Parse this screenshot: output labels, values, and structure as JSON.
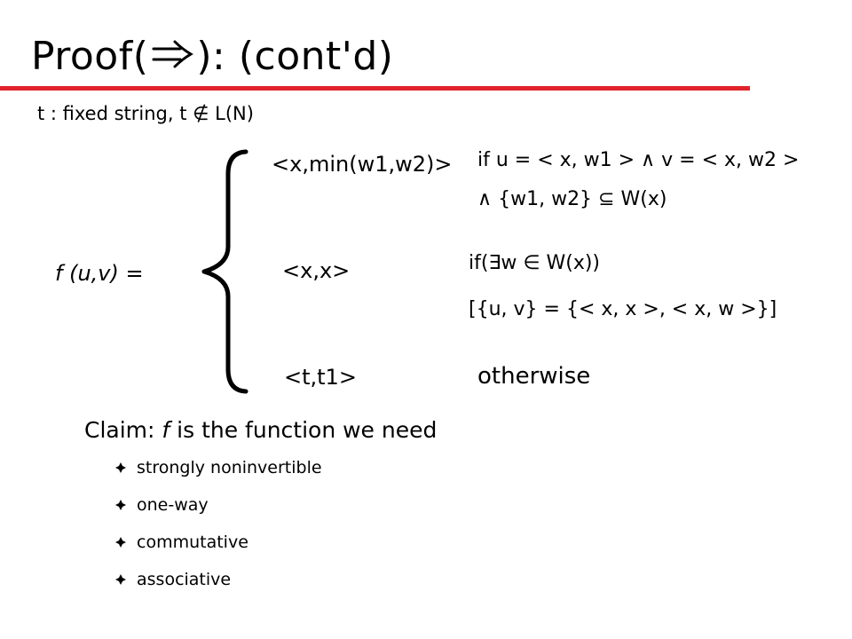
{
  "slide": {
    "title_prefix": "Proof(",
    "title_suffix": "): (cont'd)",
    "title_symbol": "implies-arrow",
    "accent_color": "#e0242a",
    "given": {
      "t_label": "t : fixed string,",
      "t_not_in": "t ∉ L(N)"
    },
    "f_label": "f (u,v) =",
    "cases": [
      {
        "value": "<x,min(w1,w2)>",
        "cond_line1": "if u = < x, w1 > ∧ v = < x, w2 >",
        "cond_line2": "∧ {w1, w2} ⊆ W(x)"
      },
      {
        "value": "<x,x>",
        "cond_line1": "if(∃w ∈ W(x))",
        "cond_line2": "[{u, v} = {< x, x >, < x, w >}]"
      },
      {
        "value": "<t,t1>",
        "cond_line1": "otherwise"
      }
    ],
    "claim": {
      "prefix": "Claim: ",
      "f": "f",
      "suffix": " is the function we need"
    },
    "properties": [
      "strongly noninvertible",
      "one-way",
      "commutative",
      "associative"
    ],
    "bullet_icon": "diamond-bullet-icon"
  }
}
